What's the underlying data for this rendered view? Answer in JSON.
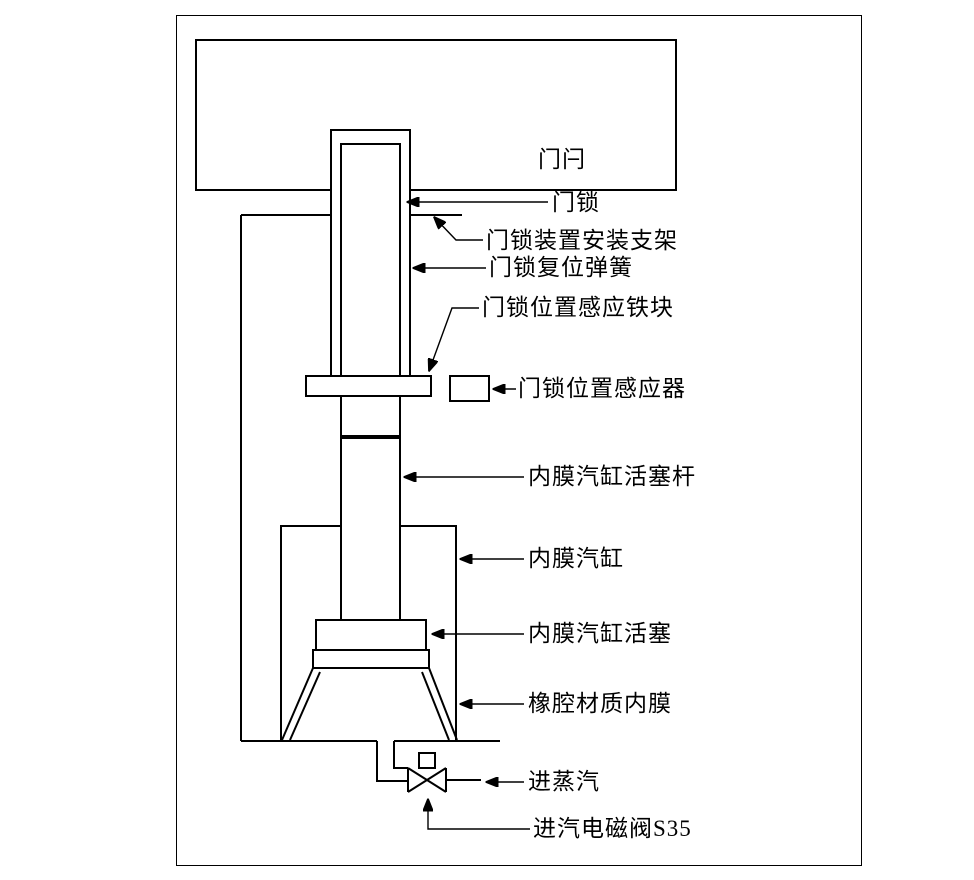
{
  "labels": {
    "door_latch": "门闩",
    "door_lock": "门锁",
    "bracket": "门锁装置安装支架",
    "return_spring": "门锁复位弹簧",
    "sensing_block": "门锁位置感应铁块",
    "position_sensor": "门锁位置感应器",
    "piston_rod": "内膜汽缸活塞杆",
    "cylinder": "内膜汽缸",
    "piston": "内膜汽缸活塞",
    "membrane": "橡腔材质内膜",
    "steam_inlet": "进蒸汽",
    "solenoid_valve": "进汽电磁阀S35"
  },
  "colors": {
    "line": "#000000",
    "background": "#ffffff"
  }
}
